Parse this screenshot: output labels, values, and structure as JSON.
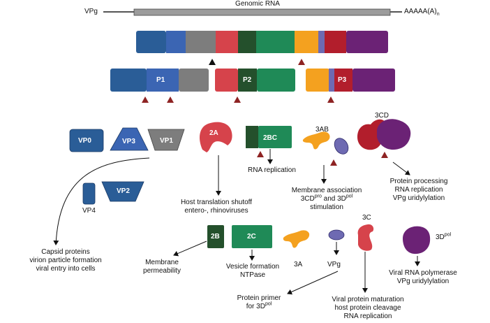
{
  "genome": {
    "title": "Genomic RNA",
    "vpg_label": "VPg",
    "polya_text": "AAAAA(A)",
    "polya_sub": "n"
  },
  "precursors": {
    "p1": "P1",
    "p2": "P2",
    "p3": "P3"
  },
  "proteins": {
    "vp0": "VP0",
    "vp3": "VP3",
    "vp1": "VP1",
    "vp2": "VP2",
    "vp4": "VP4",
    "p2a": "2A",
    "p2bc": "2BC",
    "p3ab": "3AB",
    "p3cd": "3CD",
    "p2b": "2B",
    "p2c": "2C",
    "p3a": "3A",
    "vpg": "VPg",
    "p3c": "3C",
    "p3dpol_base": "3D",
    "p3dpol_sup": "pol"
  },
  "functions": {
    "rna_replication": "RNA replication",
    "membrane_assoc": {
      "line1": "Membrane association",
      "line2_a": "3CD",
      "line2_a_sup": "pro",
      "line2_b": " and 3D",
      "line2_b_sup": "pol",
      "line3": "stimulation"
    },
    "cd_functions": [
      "Protein processing",
      "RNA replication",
      "VPg uridylylation"
    ],
    "host_shutoff": [
      "Host translation shutoff",
      "entero-, rhinoviruses"
    ],
    "capsid": [
      "Capsid proteins",
      "virion particle formation",
      "viral entry into cells"
    ],
    "membrane_perm": [
      "Membrane",
      "permeability"
    ],
    "vesicle": [
      "Vesicle formation",
      "NTPase"
    ],
    "primer": {
      "line1": "Protein primer",
      "line2": "for 3D",
      "line2_sup": "pol"
    },
    "maturation": [
      "Viral protein maturation",
      "host protein cleavage",
      "RNA replication"
    ],
    "polymerase": [
      "Viral RNA polymerase",
      "VPg uridylylation"
    ]
  },
  "colors": {
    "blue": "#2a5d97",
    "gray": "#7d7d7d",
    "red": "#d6434b",
    "green_dark": "#24502c",
    "green": "#1f8a57",
    "orange": "#f4a11f",
    "red_dark": "#b21e2c",
    "purple": "#6b2275",
    "lavender": "#6e6ab2",
    "cleave_red": "#8e2323",
    "cleave_black": "#111111"
  }
}
